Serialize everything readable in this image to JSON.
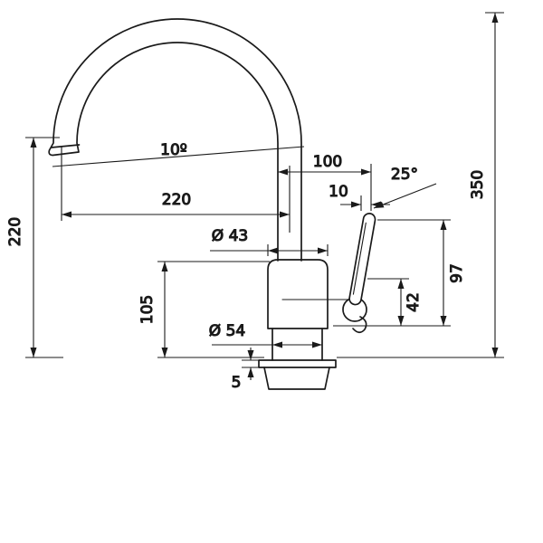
{
  "page": {
    "background": "#ffffff",
    "line_color": "#1a1a1a"
  },
  "drawing": {
    "labels": {
      "spout_angle": "10º",
      "spout_offset_100": "100",
      "spout_reach_220": "220",
      "handle_offset_10": "10",
      "handle_angle_25": "25°",
      "total_height_350": "350",
      "spout_height_220": "220",
      "body_diameter_43": "Ø 43",
      "clearance_105": "105",
      "base_diameter_54": "Ø 54",
      "plate_thickness_5": "5",
      "handle_height_97": "97",
      "lever_height_42": "42"
    }
  }
}
